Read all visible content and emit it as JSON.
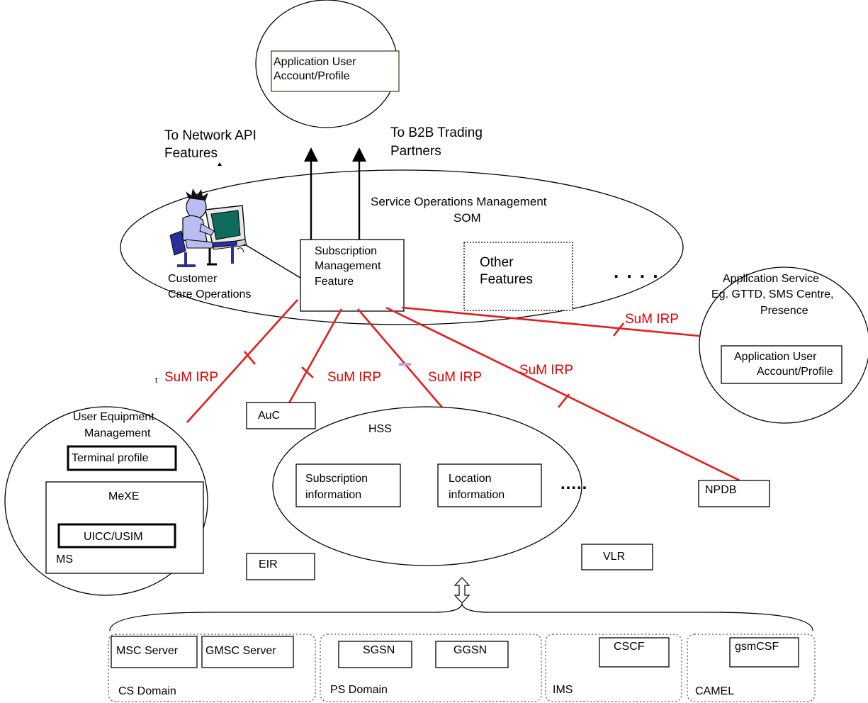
{
  "top_circle": {
    "box_label_line1": "Application User",
    "box_label_line2": "Account/Profile"
  },
  "arrow_labels": {
    "network_api_line1": "To Network API",
    "network_api_line2": "Features",
    "b2b_line1": "To B2B Trading",
    "b2b_line2": "Partners"
  },
  "som": {
    "title_line1": "Service Operations Management",
    "title_line2": "SOM",
    "customer_care_line1": "Customer",
    "customer_care_line2": "Care Operations",
    "subscription_line1": "Subscription",
    "subscription_line2": "Management",
    "subscription_line3": "Feature",
    "other_line1": "Other",
    "other_line2": "Features",
    "ellipsis": ". . . ."
  },
  "app_service": {
    "title_line1": "Application Service",
    "title_line2": "Eg. GTTD, SMS Centre,",
    "title_line3": "Presence",
    "box_line1": "Application User",
    "box_line2": "Account/Profile"
  },
  "sum_irp": {
    "label": "SuM IRP",
    "stray_t": "t"
  },
  "ue_mgmt": {
    "title_line1": "User Equipment",
    "title_line2": "Management",
    "terminal_profile": "Terminal profile",
    "mexe": "MeXE",
    "uicc": "UICC/USIM",
    "ms": "MS"
  },
  "nodes": {
    "auc": "AuC",
    "eir": "EIR",
    "vlr": "VLR",
    "npdb": "NPDB"
  },
  "hss": {
    "title": "HSS",
    "subscription_line1": "Subscription",
    "subscription_line2": "information",
    "location_line1": "Location",
    "location_line2": "information",
    "ellipsis": "....."
  },
  "domains": {
    "cs": {
      "label": "CS Domain",
      "box1": "MSC Server",
      "box2": "GMSC Server"
    },
    "ps": {
      "label": "PS Domain",
      "box1": "SGSN",
      "box2": "GGSN"
    },
    "ims": {
      "label": "IMS",
      "box1": "CSCF"
    },
    "camel": {
      "label": "CAMEL",
      "box1": "gsmCSF"
    }
  },
  "colors": {
    "irp_line": "#e61b1b",
    "irp_text": "#e00000",
    "accent_tick": "#b9a3e3",
    "screen": "#0f6b5e",
    "person": "#b9bdf0"
  }
}
